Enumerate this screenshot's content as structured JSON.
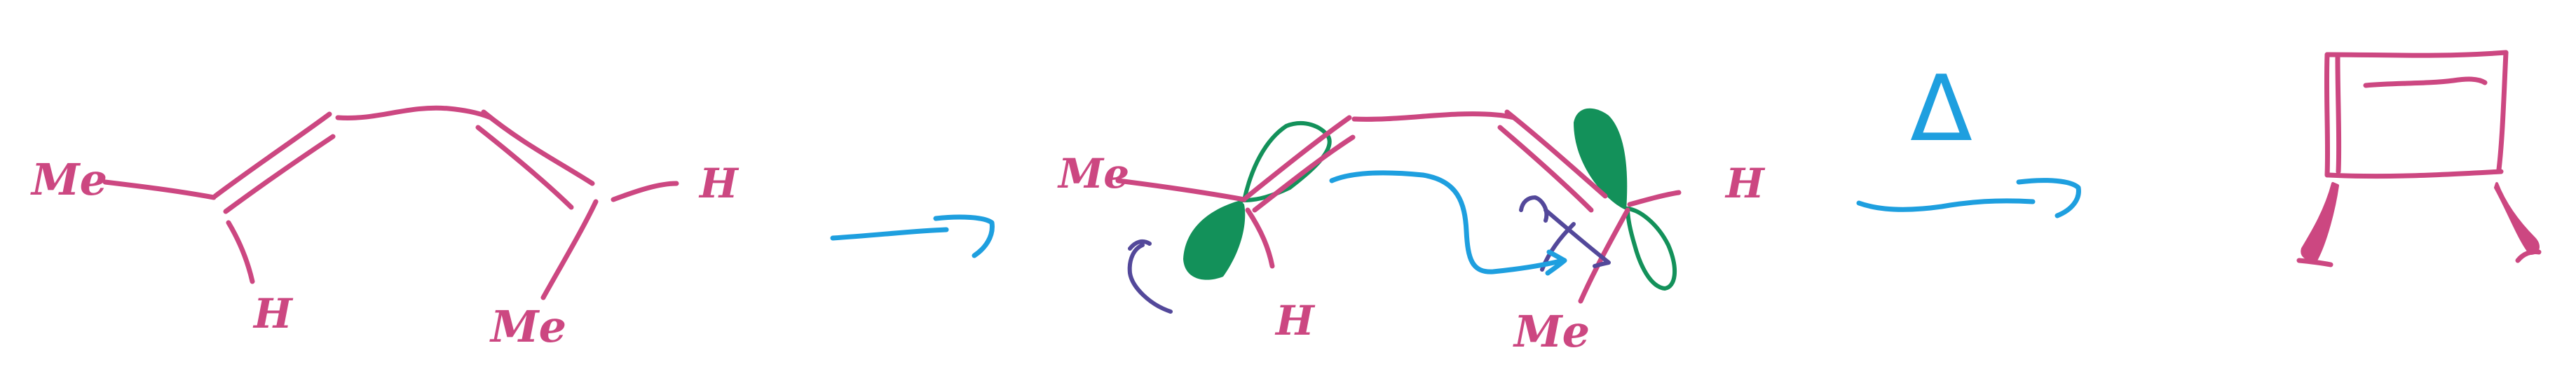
{
  "colors": {
    "bond": "#cc4781",
    "orbital": "#13915a",
    "arrow": "#1e9fdf",
    "curly_arrow": "#53489a",
    "background": "#ffffff"
  },
  "labels": {
    "reactant_me1": "Me",
    "reactant_h1": "H",
    "reactant_h2": "H",
    "reactant_me2": "Me",
    "ts_me1": "Me",
    "ts_h1": "H",
    "ts_h2": "H",
    "ts_me2": "Me",
    "heat_symbol": "Δ"
  }
}
